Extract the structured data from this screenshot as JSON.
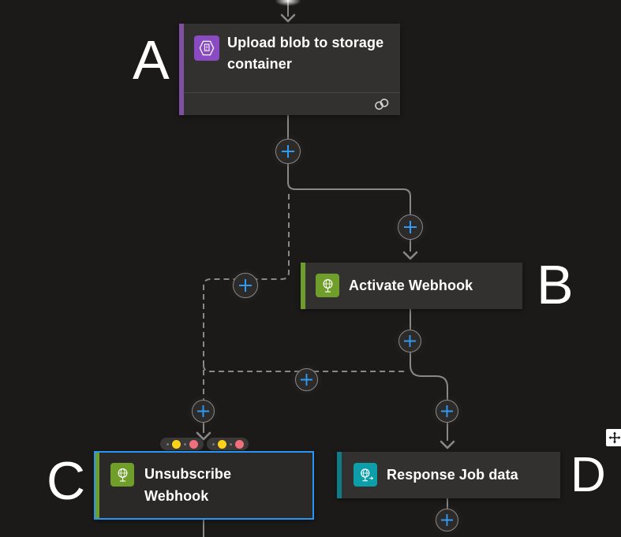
{
  "canvas": {
    "background": "#1B1A19"
  },
  "nodes": {
    "a": {
      "title": "Upload blob to storage container",
      "icon": "blob-storage-icon",
      "accent": "#7F4FA2",
      "icon_bg": "#8A4BC2",
      "footer_icon": "link-icon",
      "selected": false
    },
    "b": {
      "title": "Activate Webhook",
      "icon": "webhook-icon",
      "accent": "#6F9D2B",
      "icon_bg": "#6F9D2B",
      "selected": false
    },
    "c": {
      "title": "Unsubscribe Webhook",
      "icon": "webhook-icon",
      "accent": "#6F9D2B",
      "icon_bg": "#6F9D2B",
      "selected": true,
      "status_pills": [
        {
          "dots": [
            "#797775",
            "#FFD117",
            "#797775",
            "#F1707B"
          ]
        },
        {
          "dots": [
            "#797775",
            "#FFD117",
            "#797775",
            "#F1707B"
          ]
        }
      ]
    },
    "d": {
      "title": "Response Job data",
      "icon": "response-webhook-icon",
      "accent": "#0E7D87",
      "icon_bg": "#0C9FAA",
      "selected": false
    }
  },
  "annotations": {
    "a": "A",
    "b": "B",
    "c": "C",
    "d": "D"
  },
  "connectors": {
    "line_color": "#8A8886",
    "plus_color": "#2F9BF4",
    "selection_color": "#2795F5",
    "pill_bg": "#3A3938",
    "pill_yellow": "#FFD117",
    "pill_pink": "#F1707B",
    "pill_dot": "#797775"
  }
}
